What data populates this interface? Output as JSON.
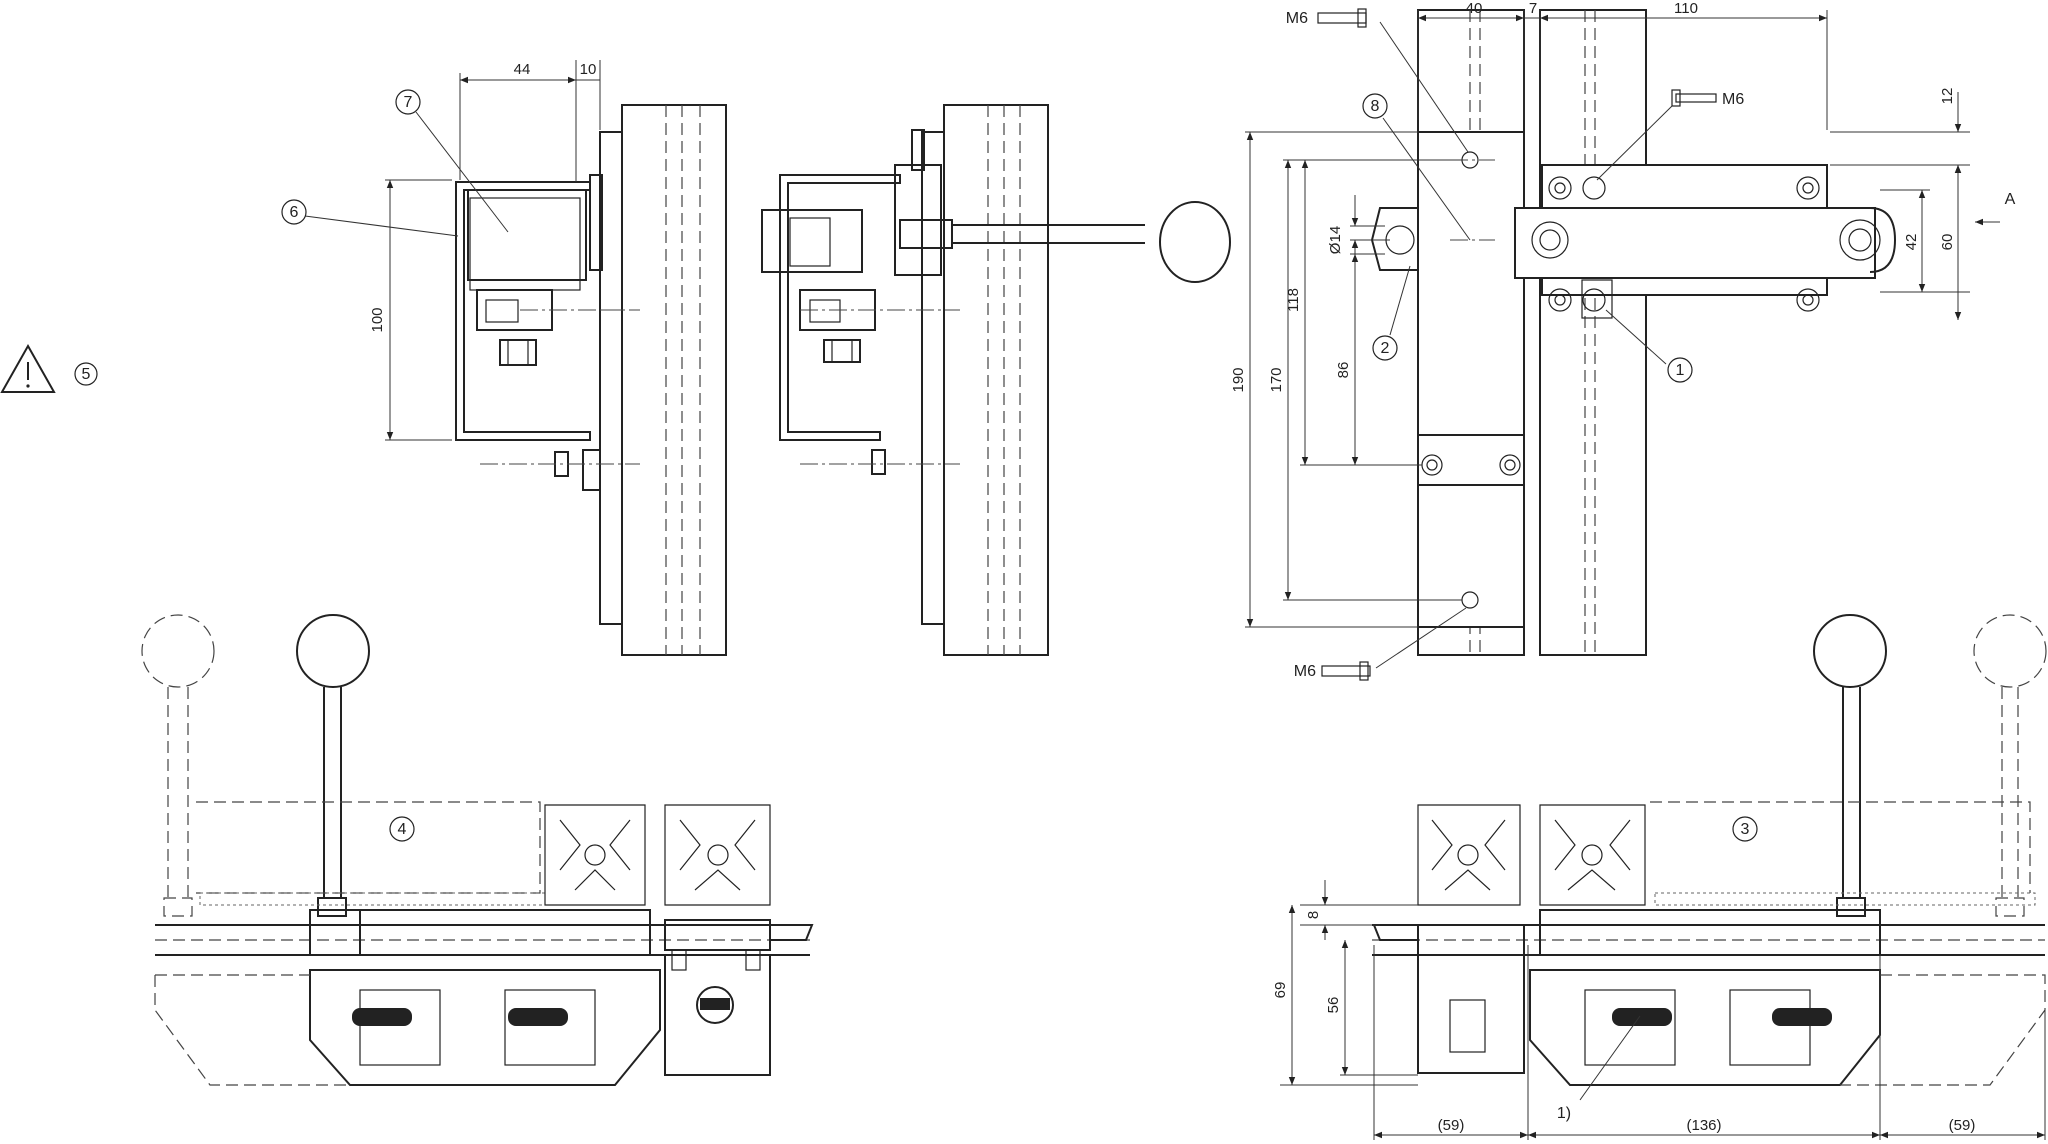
{
  "dimensions": {
    "top_left_44": "44",
    "top_left_10": "10",
    "left_100": "100",
    "top_right_40": "40",
    "top_right_7": "7",
    "top_right_110": "110",
    "right_12": "12",
    "right_60": "60",
    "right_42": "42",
    "left_190": "190",
    "left_170": "170",
    "left_118": "118",
    "left_86": "86",
    "dia_14": "Ø14",
    "bottom_8": "8",
    "bottom_69": "69",
    "bottom_56": "56",
    "bottom_59_left": "(59)",
    "bottom_136": "(136)",
    "bottom_59_right": "(59)"
  },
  "callouts": [
    "1",
    "2",
    "3",
    "4",
    "5",
    "6",
    "7",
    "8"
  ],
  "footnote_marker": "1)",
  "screw_labels": {
    "top": "M6",
    "right": "M6",
    "bottom": "M6"
  },
  "view_arrow_label": "A",
  "icons": [
    "warning-triangle-icon"
  ]
}
